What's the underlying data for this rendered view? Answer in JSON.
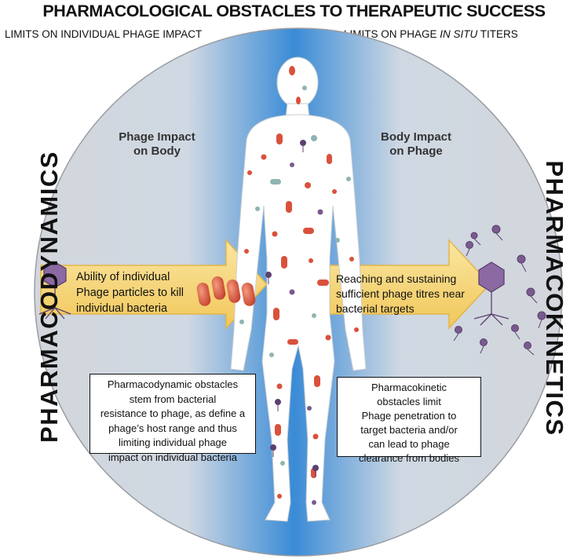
{
  "title": "PHARMACOLOGICAL OBSTACLES TO THERAPEUTIC SUCCESS",
  "subtitle_left": "LIMITS ON INDIVIDUAL  PHAGE IMPACT",
  "subtitle_right": {
    "prefix": "LIMITS ON PHAGE ",
    "italic": "IN SITU",
    "suffix": " TITERS"
  },
  "side_left": "PHARMACODYNAMICS",
  "side_right": "PHARMACOKINETICS",
  "header_left": [
    "Phage Impact",
    "on Body"
  ],
  "header_right": [
    "Body Impact",
    "on Phage"
  ],
  "arrow_left_text": [
    "Ability of individual",
    "Phage particles to kill",
    "individual bacteria"
  ],
  "arrow_right_text": [
    "Reaching and sustaining",
    "sufficient phage titres near",
    "bacterial targets"
  ],
  "box_left": [
    "Pharmacodynamic obstacles",
    "stem from bacterial",
    "resistance to phage, as define a",
    "phage’s host range and thus",
    "limiting individual phage",
    "impact on individual bacteria"
  ],
  "box_right": [
    "Pharmacokinetic",
    "obstacles limit",
    "Phage penetration to",
    "target bacteria and/or",
    "can lead to phage",
    "clearance from bodies"
  ],
  "colors": {
    "circle_gray": "#d2d4d8",
    "center_blue": "#3f8fd8",
    "arrow_fill": "#f6d77b",
    "bacteria_red": "#d9513c",
    "phage_purple": "#7a5a8e",
    "cell_teal": "#8fb5b0"
  },
  "icons": [
    "human-body-silhouette",
    "bacteriophage-icon",
    "bacteria-rod-icon"
  ]
}
